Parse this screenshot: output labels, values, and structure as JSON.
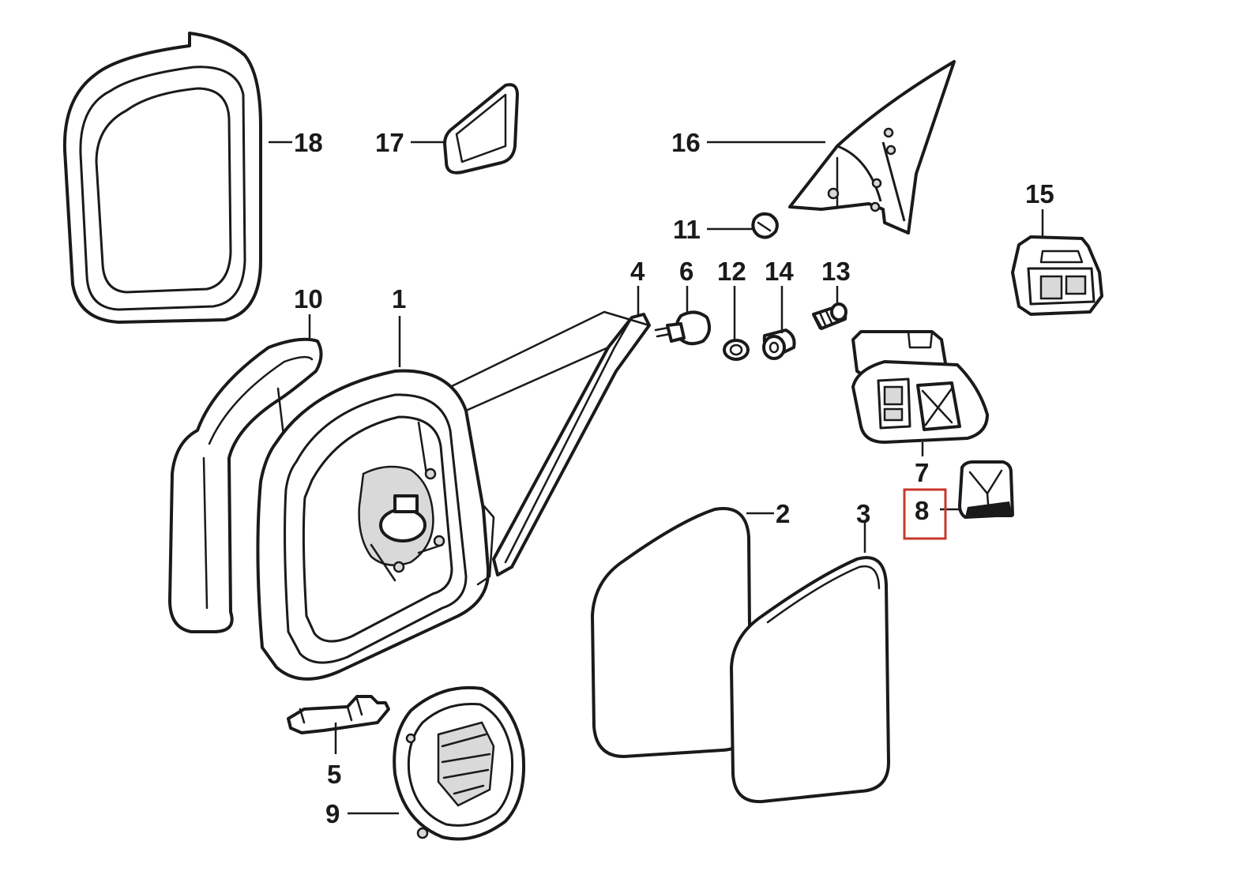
{
  "colors": {
    "line": "#1a1a1a",
    "highlight": "#c8372d",
    "background": "#ffffff"
  },
  "highlighted_callout": "8",
  "callouts": {
    "c1": "1",
    "c2": "2",
    "c3": "3",
    "c4": "4",
    "c5": "5",
    "c6": "6",
    "c7": "7",
    "c8": "8",
    "c9": "9",
    "c10": "10",
    "c11": "11",
    "c12": "12",
    "c13": "13",
    "c14": "14",
    "c15": "15",
    "c16": "16",
    "c17": "17",
    "c18": "18"
  }
}
